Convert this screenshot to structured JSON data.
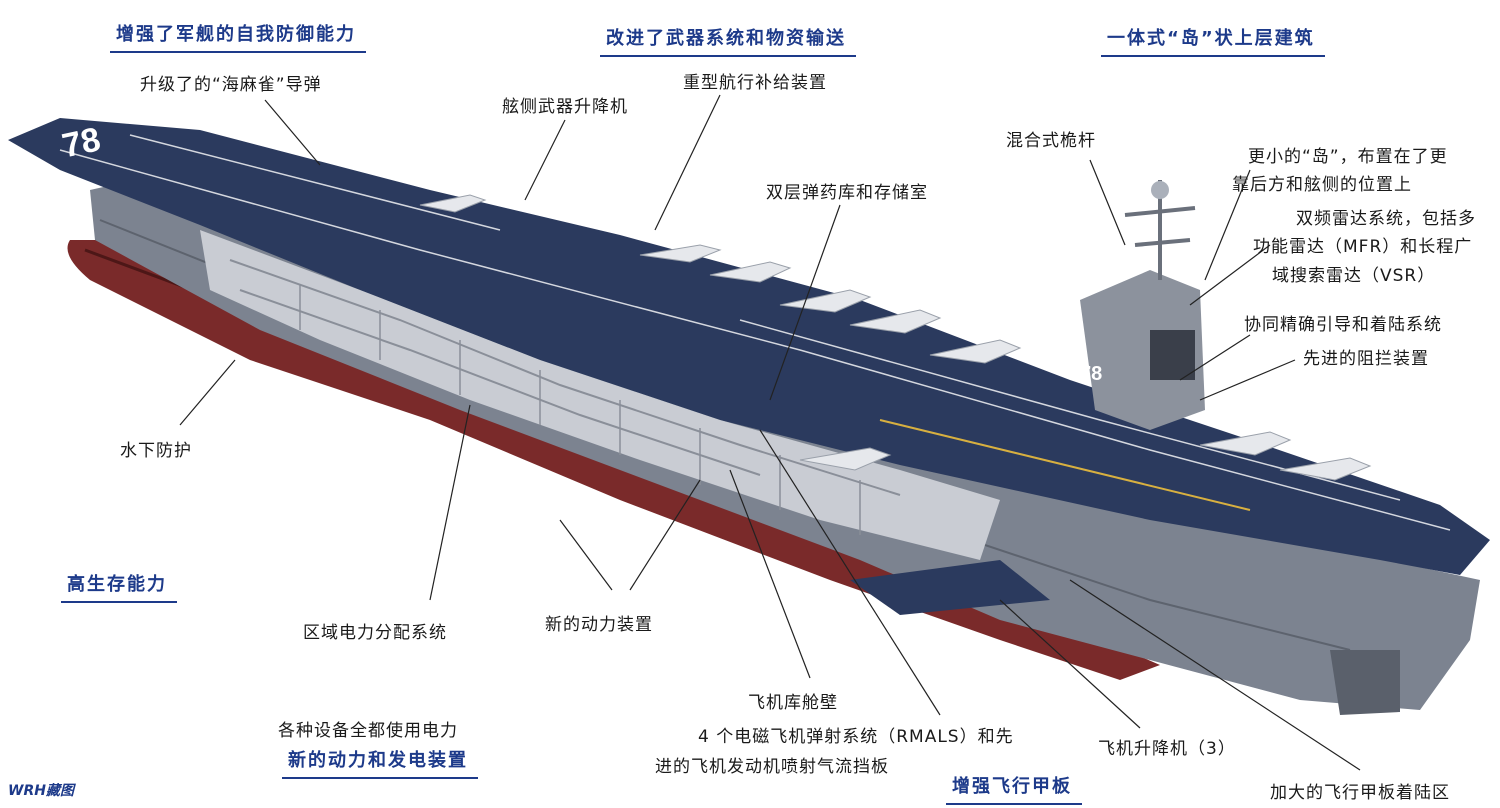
{
  "headers": {
    "self_defense": "增强了军舰的自我防御能力",
    "weapons": "改进了武器系统和物资输送",
    "island": "一体式“岛”状上层建筑",
    "survivability": "高生存能力",
    "power_gen": "新的动力和发电装置",
    "flight_deck": "增强飞行甲板"
  },
  "hull_number": "78",
  "island_number": "78",
  "watermark": "WRH藏图",
  "labels": {
    "sea_sparrow": "升级了的“海麻雀”导弹",
    "weapons_elevator": "舷侧武器升降机",
    "replenishment": "重型航行补给装置",
    "magazine": "双层弹药库和存储室",
    "mast": "混合式桅杆",
    "island_line1": "更小的“岛”，布置在了更",
    "island_line2": "靠后方和舷侧的位置上",
    "radar_line1": "双频雷达系统，包括多",
    "radar_line2": "功能雷达（MFR）和长程广",
    "radar_line3": "域搜索雷达（VSR）",
    "landing_system": "协同精确引导和着陆系统",
    "arresting_gear": "先进的阻拦装置",
    "underwater": "水下防护",
    "power_distribution": "区域电力分配系统",
    "new_power_plant": "新的动力装置",
    "hangar_bulkhead": "飞机库舱壁",
    "emals_line1": "4 个电磁飞机弹射系统（RMALS）和先",
    "emals_line2": "进的飞机发动机喷射气流挡板",
    "aircraft_elevators": "飞机升降机（3）",
    "electric_equipment": "各种设备全都使用电力",
    "landing_area": "加大的飞行甲板着陆区"
  },
  "colors": {
    "header_blue": "#1d3a8a",
    "deck_navy": "#2b3a5e",
    "hull_grey": "#7c8390",
    "hull_red": "#7a2a2a"
  }
}
